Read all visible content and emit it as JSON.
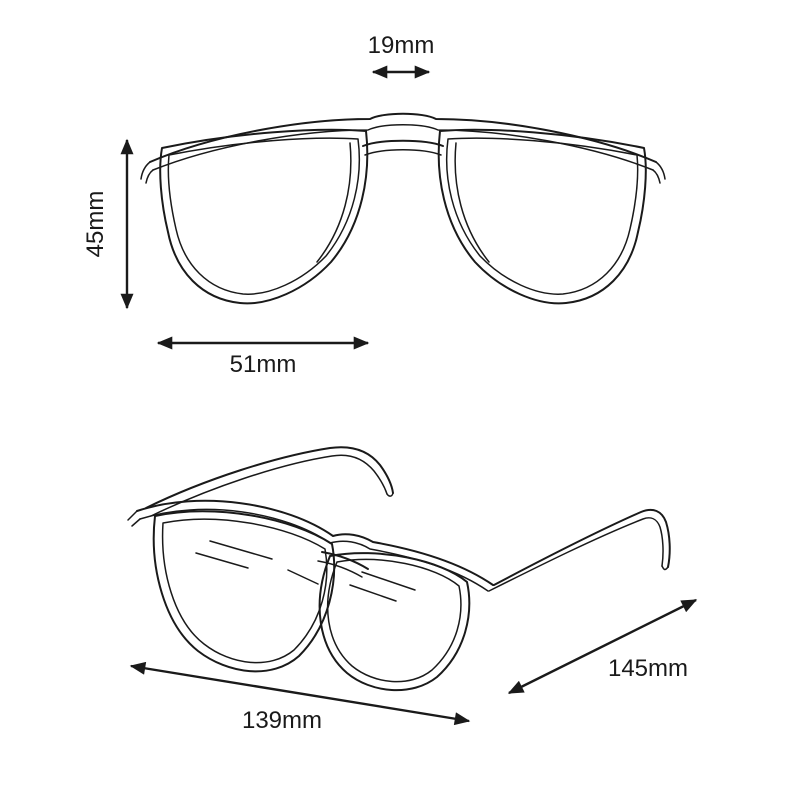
{
  "diagram": {
    "subject": "eyeglasses-dimension-diagram",
    "views": {
      "front_view": "aviator glasses front view",
      "perspective_view": "aviator glasses three-quarter view"
    },
    "measurements": {
      "bridge_width": "19mm",
      "lens_height": "45mm",
      "lens_width": "51mm",
      "frame_width": "139mm",
      "temple_length": "145mm"
    },
    "colors": {
      "line": "#1a1a1a",
      "background": "#ffffff"
    }
  }
}
